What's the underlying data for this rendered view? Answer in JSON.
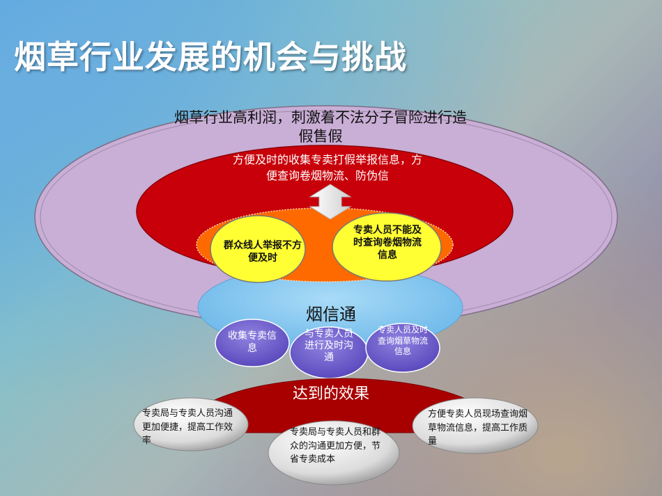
{
  "title": "烟草行业发展的机会与挑战",
  "outer_ring": {
    "text": "烟草行业高利润，刺激着不法分子冒险进行造假售假"
  },
  "red_ring": {
    "text": "方便及时的收集专卖打假举报信息，方便查询卷烟物流、防伪信"
  },
  "problems": {
    "left": "群众线人举报不方便及时",
    "right": "专卖人员不能及时查询卷烟物流信息"
  },
  "center": {
    "label": "烟信通"
  },
  "functions": {
    "left": "收集专卖信息",
    "middle": "与专卖人员进行及时沟通",
    "right": "专卖人员及时查询烟草物流信息"
  },
  "effect": {
    "label": "达到的效果"
  },
  "outcomes": {
    "left": "专卖局与专卖人员沟通更加便捷，提高工作效率",
    "middle": "专卖局与专卖人员和群众的沟通更加方便，节省专卖成本",
    "right": "方便专卖人员现场查询烟草物流信息，提高工作质量"
  },
  "colors": {
    "outer": "#c9aed6",
    "red": "#c8000a",
    "orange": "#ff6a00",
    "yellow": "#ffff33",
    "blue": "#7cc3ee",
    "purple": "#7b6bd3",
    "effect": "#a80000",
    "gray": "#d8d8d8"
  },
  "icons": {
    "double_arrow": "double-arrow-icon"
  }
}
